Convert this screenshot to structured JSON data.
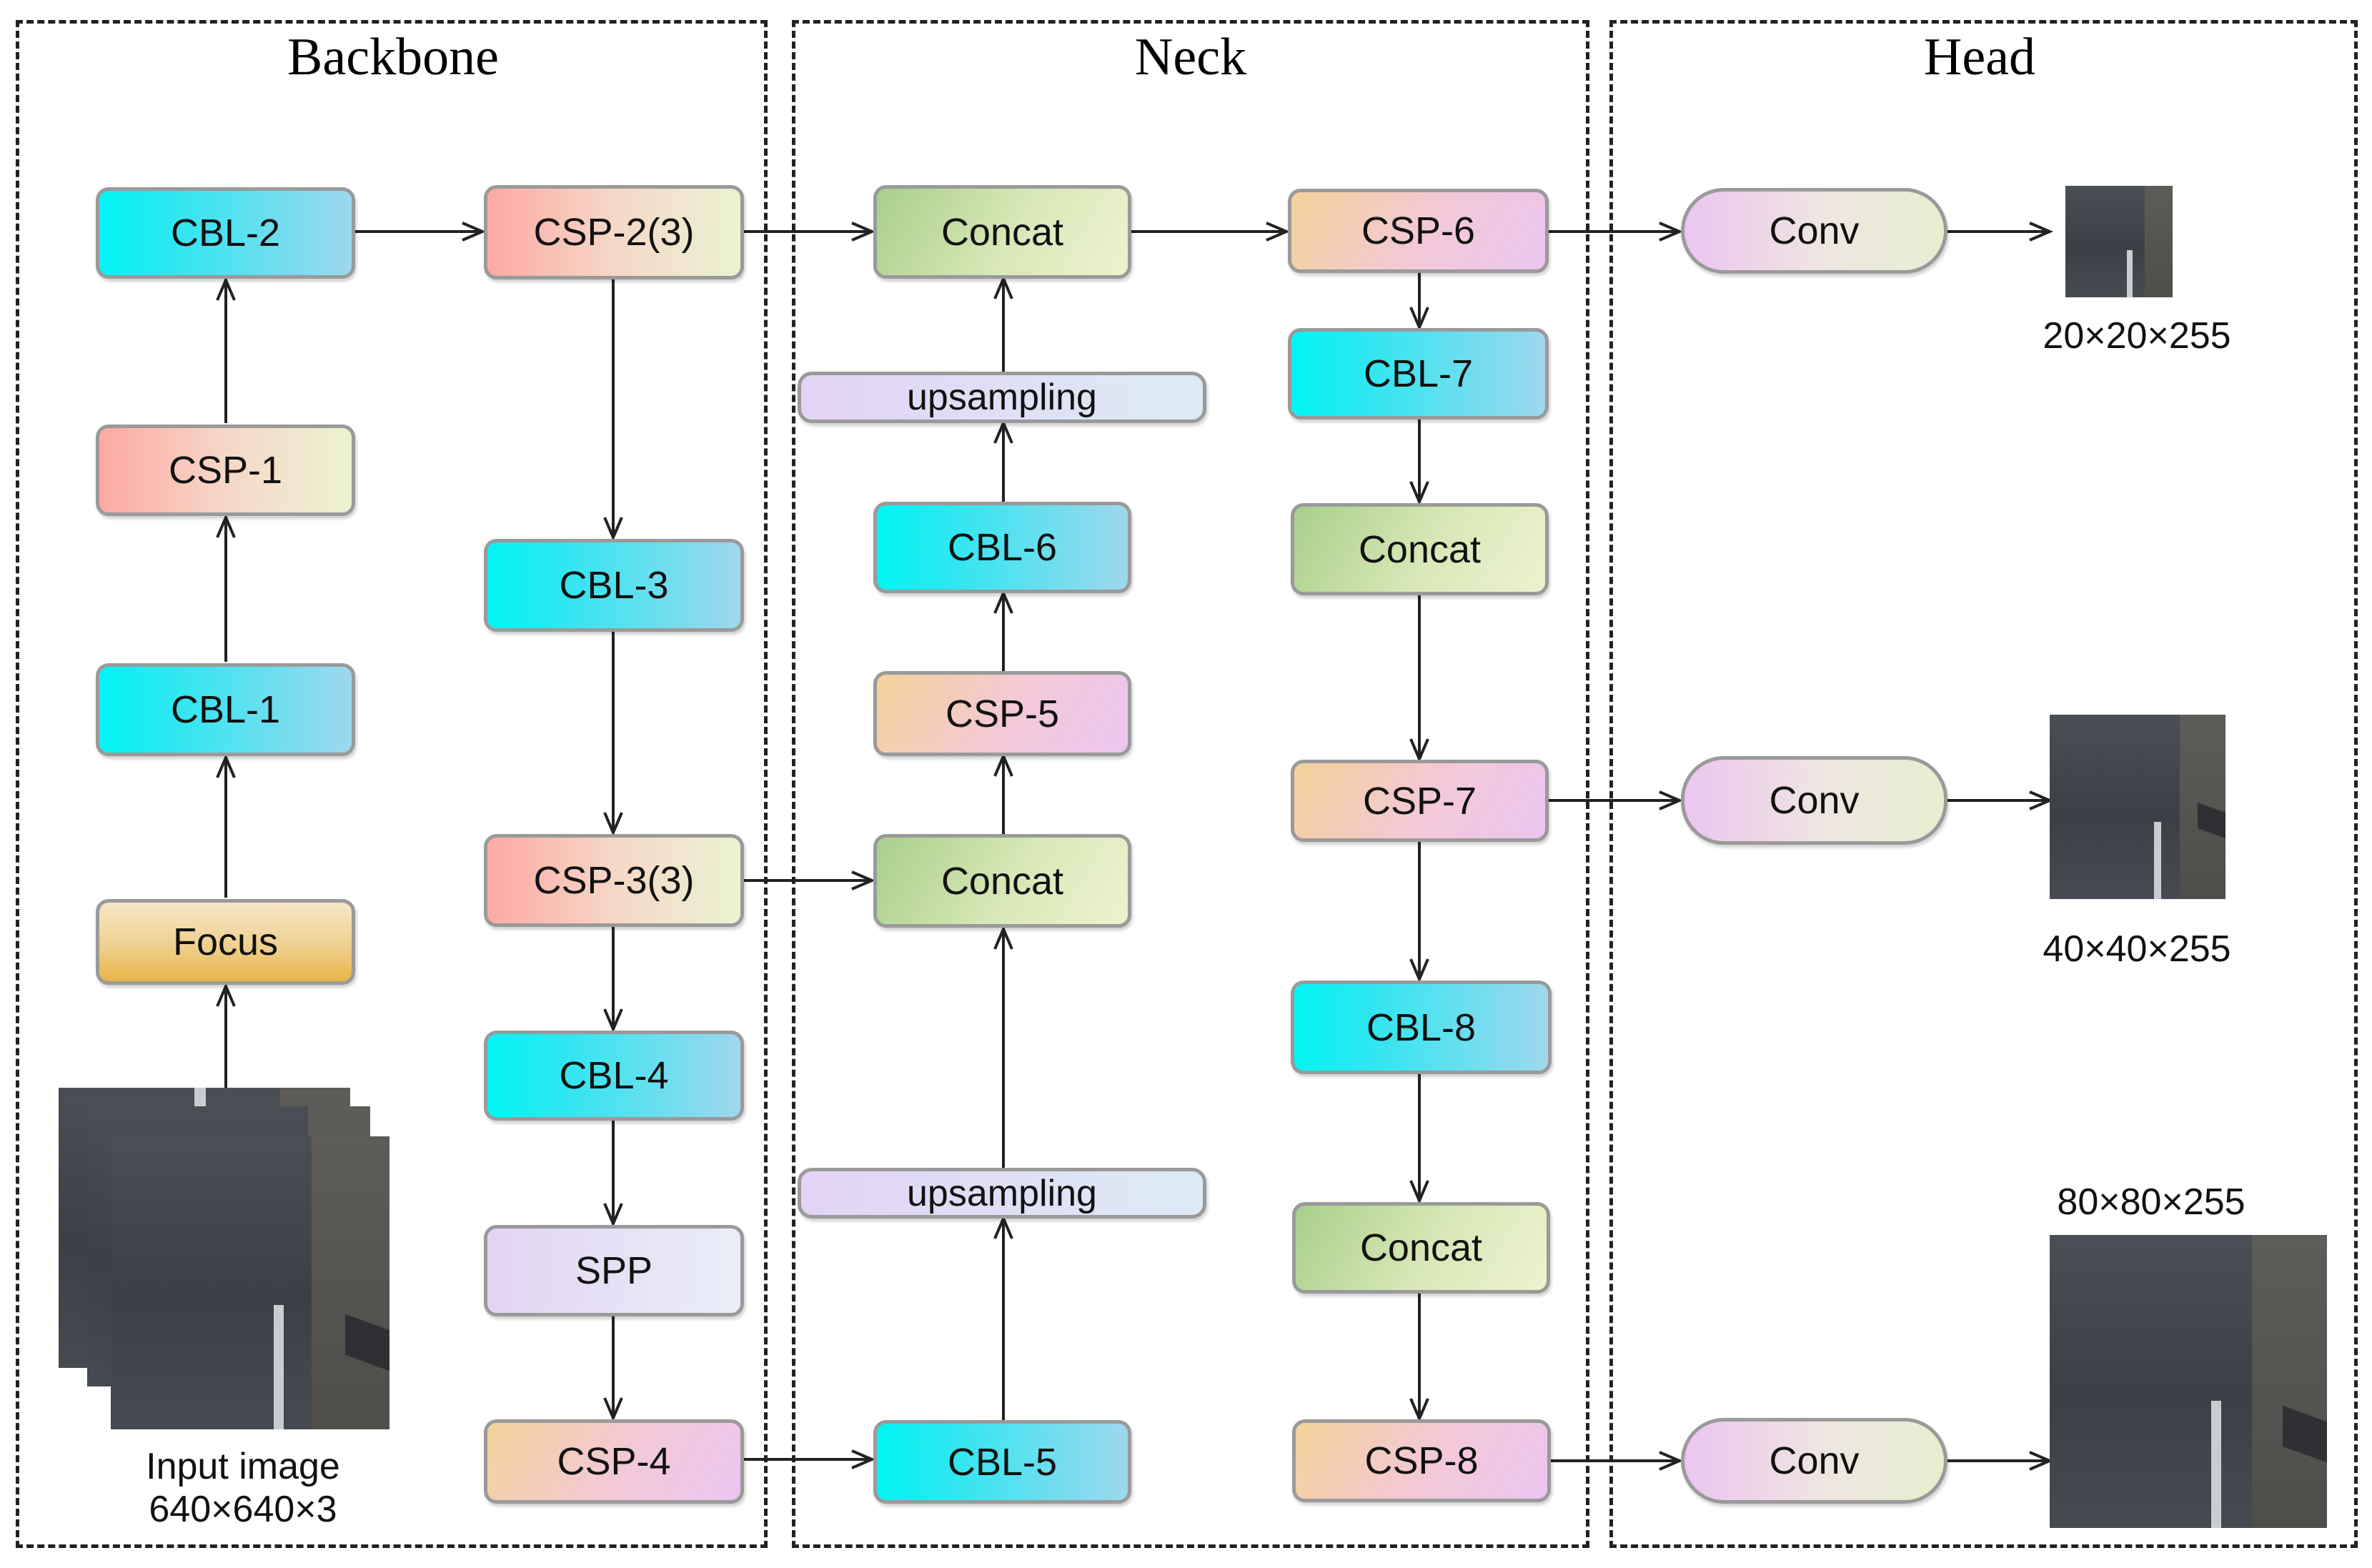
{
  "sections": {
    "backbone": "Backbone",
    "neck": "Neck",
    "head": "Head"
  },
  "backbone": {
    "cbl2": "CBL-2",
    "csp1": "CSP-1",
    "cbl1": "CBL-1",
    "focus": "Focus",
    "csp2": "CSP-2(3)",
    "cbl3": "CBL-3",
    "csp3": "CSP-3(3)",
    "cbl4": "CBL-4",
    "spp": "SPP",
    "csp4": "CSP-4",
    "input_label": "Input image",
    "input_size": "640×640×3"
  },
  "neck": {
    "concat_top": "Concat",
    "upsampling_top": "upsampling",
    "cbl6": "CBL-6",
    "csp5": "CSP-5",
    "concat_mid": "Concat",
    "upsampling_bottom": "upsampling",
    "cbl5": "CBL-5",
    "csp6": "CSP-6",
    "cbl7": "CBL-7",
    "concat_right1": "Concat",
    "csp7": "CSP-7",
    "cbl8": "CBL-8",
    "concat_right2": "Concat",
    "csp8": "CSP-8"
  },
  "head": {
    "conv_top": "Conv",
    "conv_mid": "Conv",
    "conv_bottom": "Conv",
    "out_small": "20×20×255",
    "out_medium": "40×40×255",
    "out_large": "80×80×255"
  },
  "colors": {
    "cbl": "#00f5f5",
    "csp_backbone": "#fca9a3",
    "csp_neck": "#ecc6f0",
    "concat": "#a8cf8b",
    "focus": "#e8b548",
    "border": "#9a9a9a"
  }
}
